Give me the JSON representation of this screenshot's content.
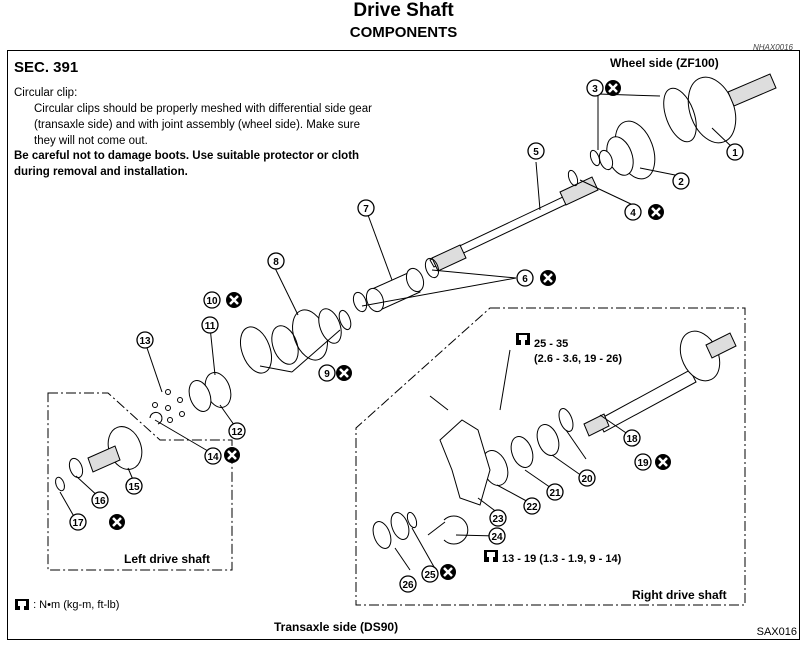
{
  "title": "Drive Shaft",
  "subtitle": "COMPONENTS",
  "ref_code": "NHAX0016",
  "section": "SEC. 391",
  "note": {
    "heading": "Circular clip:",
    "body": "Circular clips should be properly meshed with differential side gear (transaxle side) and with joint assembly (wheel side). Make sure they will not come out."
  },
  "caution": "Be careful not to damage boots. Use suitable protector or cloth during removal and installation.",
  "labels": {
    "wheel_side": "Wheel side (ZF100)",
    "transaxle_side": "Transaxle side (DS90)",
    "left_shaft": "Left drive shaft",
    "right_shaft": "Right drive shaft"
  },
  "torque": {
    "upper_line1": "25 - 35",
    "upper_line2": "(2.6 - 3.6, 19 - 26)",
    "lower": "13 - 19 (1.3 - 1.9, 9 - 14)"
  },
  "legend": ": N•m (kg-m, ft-lb)",
  "fig_code": "SAX016",
  "parts": [
    "1",
    "2",
    "3",
    "4",
    "5",
    "6",
    "7",
    "8",
    "9",
    "10",
    "11",
    "12",
    "13",
    "14",
    "15",
    "16",
    "17",
    "18",
    "19",
    "20",
    "21",
    "22",
    "23",
    "24",
    "25",
    "26"
  ]
}
